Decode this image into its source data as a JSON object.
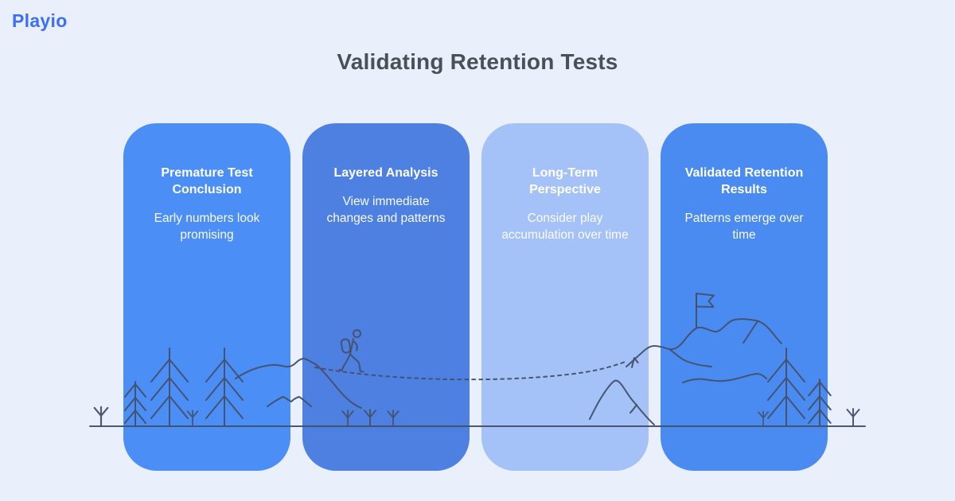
{
  "brand": {
    "logo_text": "Playio"
  },
  "header": {
    "title": "Validating Retention Tests"
  },
  "cards": [
    {
      "id": "premature-test-conclusion",
      "title": "Premature Test Conclusion",
      "body": "Early numbers look promising",
      "color": "#4a8ef6"
    },
    {
      "id": "layered-analysis",
      "title": "Layered Analysis",
      "body": "View immediate changes and patterns",
      "color": "#4d80e0"
    },
    {
      "id": "long-term-perspective",
      "title": "Long-Term Perspective",
      "body": "Consider play accumulation over time",
      "color": "#a4c1f8"
    },
    {
      "id": "validated-retention-results",
      "title": "Validated Retention Results",
      "body": "Patterns emerge over time",
      "color": "#4a8bf2"
    }
  ],
  "illustration": {
    "description": "line-art journey scene: pine trees and saplings, hiker with backpack, dashed trail climbing to a mountain summit flag",
    "elements": [
      "ground-baseline",
      "sapling",
      "pine-tree",
      "hill-ridge",
      "hiker",
      "dashed-trail",
      "trail-marker",
      "foothill",
      "mountain-range",
      "summit-flag"
    ],
    "stroke_color": "#45506a"
  },
  "colors": {
    "background": "#eaeffc",
    "title_text": "#4a4f58",
    "logo": "#3c6ff2",
    "card_text": "#ffffff"
  }
}
